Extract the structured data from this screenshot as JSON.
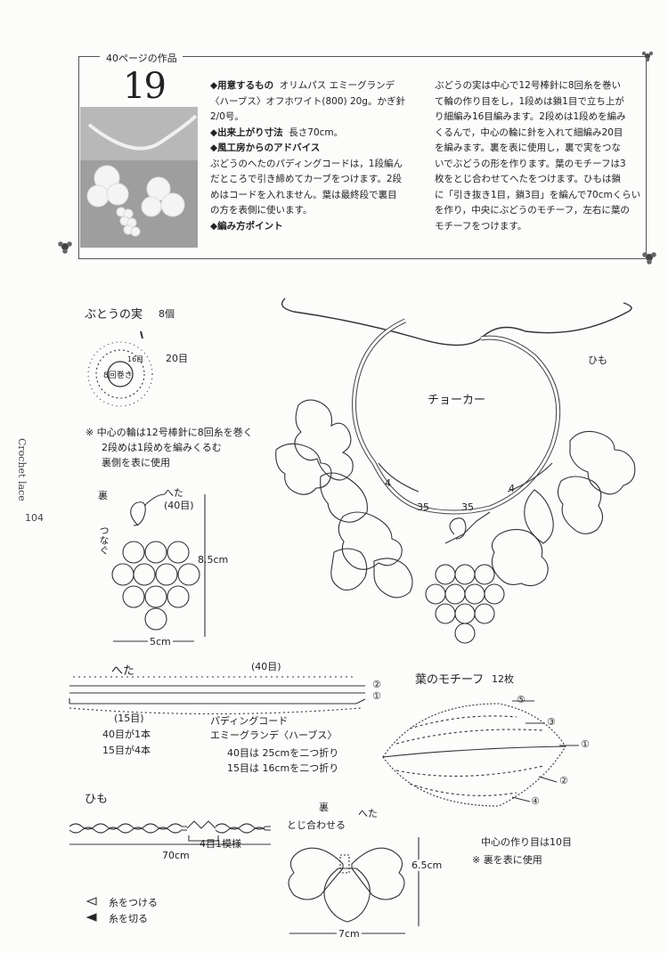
{
  "header": {
    "page_ref": "40ページの作品",
    "number": "19"
  },
  "materials": {
    "label": "◆用意するもの",
    "text_1": "オリムパス エミーグランデ",
    "text_2": "〈ハーブス〉オフホワイト(800) 20g。かぎ針",
    "text_3": "2/0号。"
  },
  "size": {
    "label": "◆出来上がり寸法",
    "text": "長さ70cm。"
  },
  "advice": {
    "label": "◆風工房からのアドバイス",
    "lines": [
      "ぶどうのへたのパディングコードは，1段編ん",
      "だところで引き締めてカーブをつけます。2段",
      "めはコードを入れません。葉は最終段で裏目",
      "の方を表側に使います。"
    ]
  },
  "points": {
    "label": "◆編み方ポイント",
    "lines": [
      "ぶどうの実は中心で12号棒針に8回糸を巻い",
      "て輪の作り目をし，1段めは鎖1目で立ち上が",
      "り細編み16目編みます。2段めは1段めを編み",
      "くるんで，中心の輪に針を入れて細編み20目",
      "を編みます。裏を表に使用し，裏で実をつな",
      "いでぶどうの形を作ります。葉のモチーフは3",
      "枚をとじ合わせてへたをつけます。ひもは鎖",
      "に「引き抜き1目，鎖3目」を編んで70cmくらい",
      "を作り，中央にぶどうのモチーフ，左右に葉の",
      "モチーフをつけます。"
    ]
  },
  "side": {
    "text": "Crochet lace",
    "page": "104"
  },
  "grape": {
    "title": "ぶとうの実",
    "count": "8個",
    "ring": "8回巻き",
    "center_label": "20目",
    "ring_label": "16目",
    "note_1": "※ 中心の輪は12号棒針に8回糸を巻く",
    "note_2": "2段めは1段めを編みくるむ",
    "note_3": "裏側を表に使用",
    "back_label": "裏",
    "heta_label": "へた",
    "heta_count": "(40目)",
    "join_label": "つなぐ",
    "height": "8.5cm",
    "width": "5cm"
  },
  "choker": {
    "title": "チョーカー",
    "himo_label": "ひも",
    "num_4a": "4",
    "num_35a": "35",
    "num_35b": "35",
    "num_4b": "4"
  },
  "heta": {
    "title": "へた",
    "count_top": "(40目)",
    "count_bottom": "(15目)",
    "row_1": "①",
    "row_2": "②",
    "note_1": "40目が1本",
    "note_2": "15目が4本",
    "cord_1": "パディングコード",
    "cord_2": "エミーグランデ〈ハーブス〉",
    "fold_1": "40目は 25cmを二つ折り",
    "fold_2": "15目は 16cmを二つ折り"
  },
  "leaf": {
    "title": "葉のモチーフ",
    "count": "12枚",
    "rows": [
      "⑤",
      "③",
      "①",
      "②",
      "④"
    ],
    "note_1": "中心の作り目は10目",
    "note_2": "※ 裏を表に使用"
  },
  "himo": {
    "title": "ひも",
    "pattern": "4目1模様",
    "length": "70cm"
  },
  "leaf_set": {
    "back_label": "裏",
    "join": "とじ合わせる",
    "heta": "へた",
    "height": "6.5cm",
    "width": "7cm"
  },
  "legend": {
    "attach": "糸をつける",
    "cut": "糸を切る"
  }
}
